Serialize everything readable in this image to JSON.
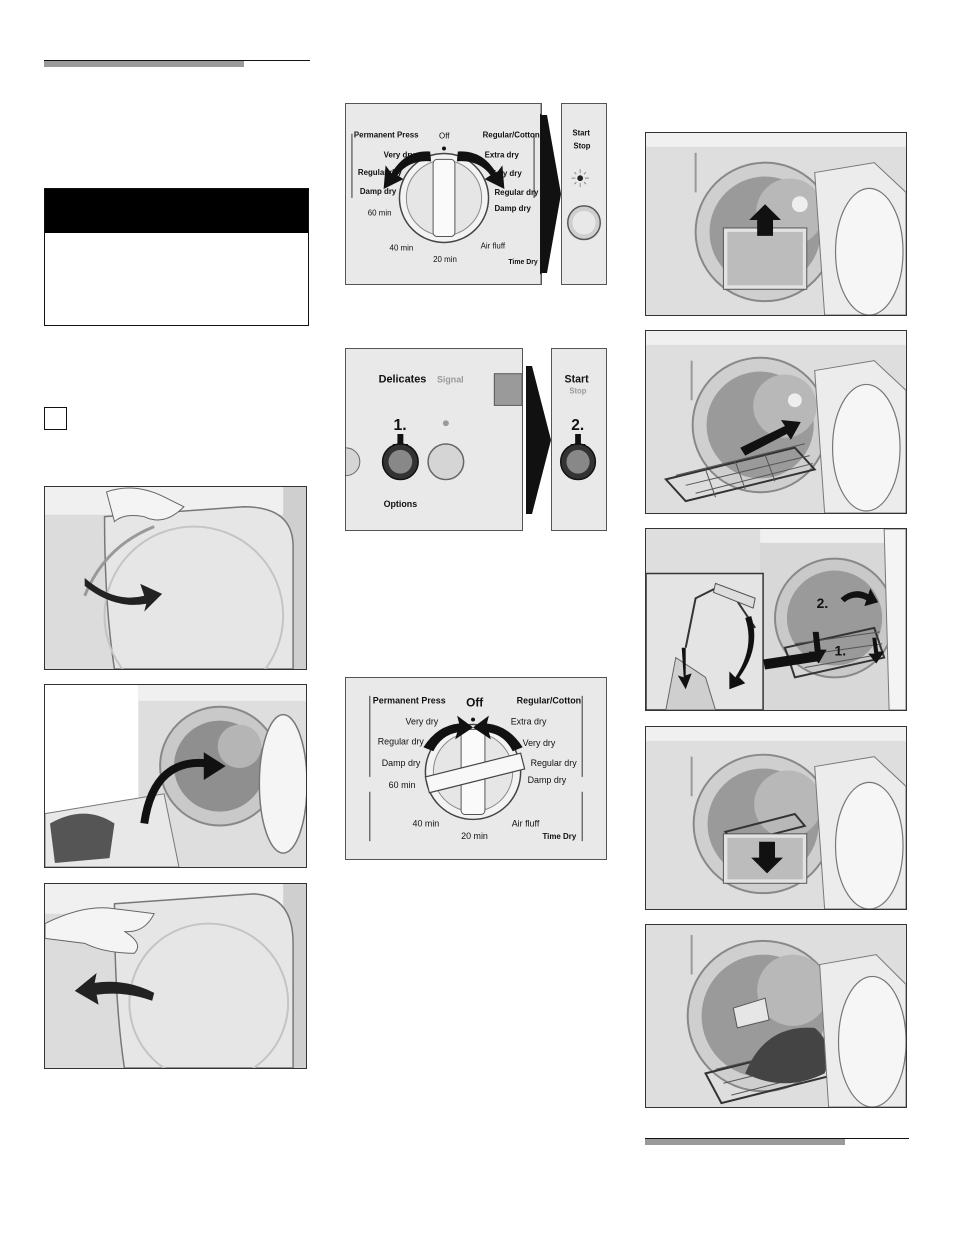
{
  "dial_panel_1": {
    "left_labels": [
      "Permanent Press",
      "Very dry",
      "Regular dry",
      "Damp dry"
    ],
    "off_label": "Off",
    "right_labels": [
      "Regular/Cotton",
      "Extra dry",
      "Very dry",
      "Regular dry",
      "Damp dry"
    ],
    "time_labels": [
      "60 min",
      "40 min",
      "20 min",
      "Air fluff"
    ],
    "time_dry_label": "Time Dry",
    "start_label": "Start",
    "stop_label": "Stop"
  },
  "options_panel": {
    "delicates_label": "Delicates",
    "signal_label": "Signal",
    "step1_label": "1.",
    "options_label": "Options",
    "start_label": "Start",
    "stop_label": "Stop",
    "step2_label": "2."
  },
  "dial_panel_2": {
    "permanent_press": "Permanent Press",
    "very_dry_left": "Very dry",
    "regular_dry_left": "Regular dry",
    "damp_dry_left": "Damp dry",
    "off_label": "Off",
    "regular_cotton": "Regular/Cotton",
    "extra_dry": "Extra dry",
    "very_dry_right": "Very dry",
    "regular_dry_right": "Regular dry",
    "damp_dry_right": "Damp dry",
    "sixty_min": "60 min",
    "forty_min": "40 min",
    "twenty_min": "20 min",
    "air_fluff": "Air fluff",
    "time_dry": "Time Dry"
  },
  "rack_steps": {
    "step1": "1.",
    "step2": "2."
  },
  "colors": {
    "rule_grey": "#9a9a9a",
    "panel_bg": "#e9e9e9",
    "photo_bg": "#eeeeee"
  }
}
